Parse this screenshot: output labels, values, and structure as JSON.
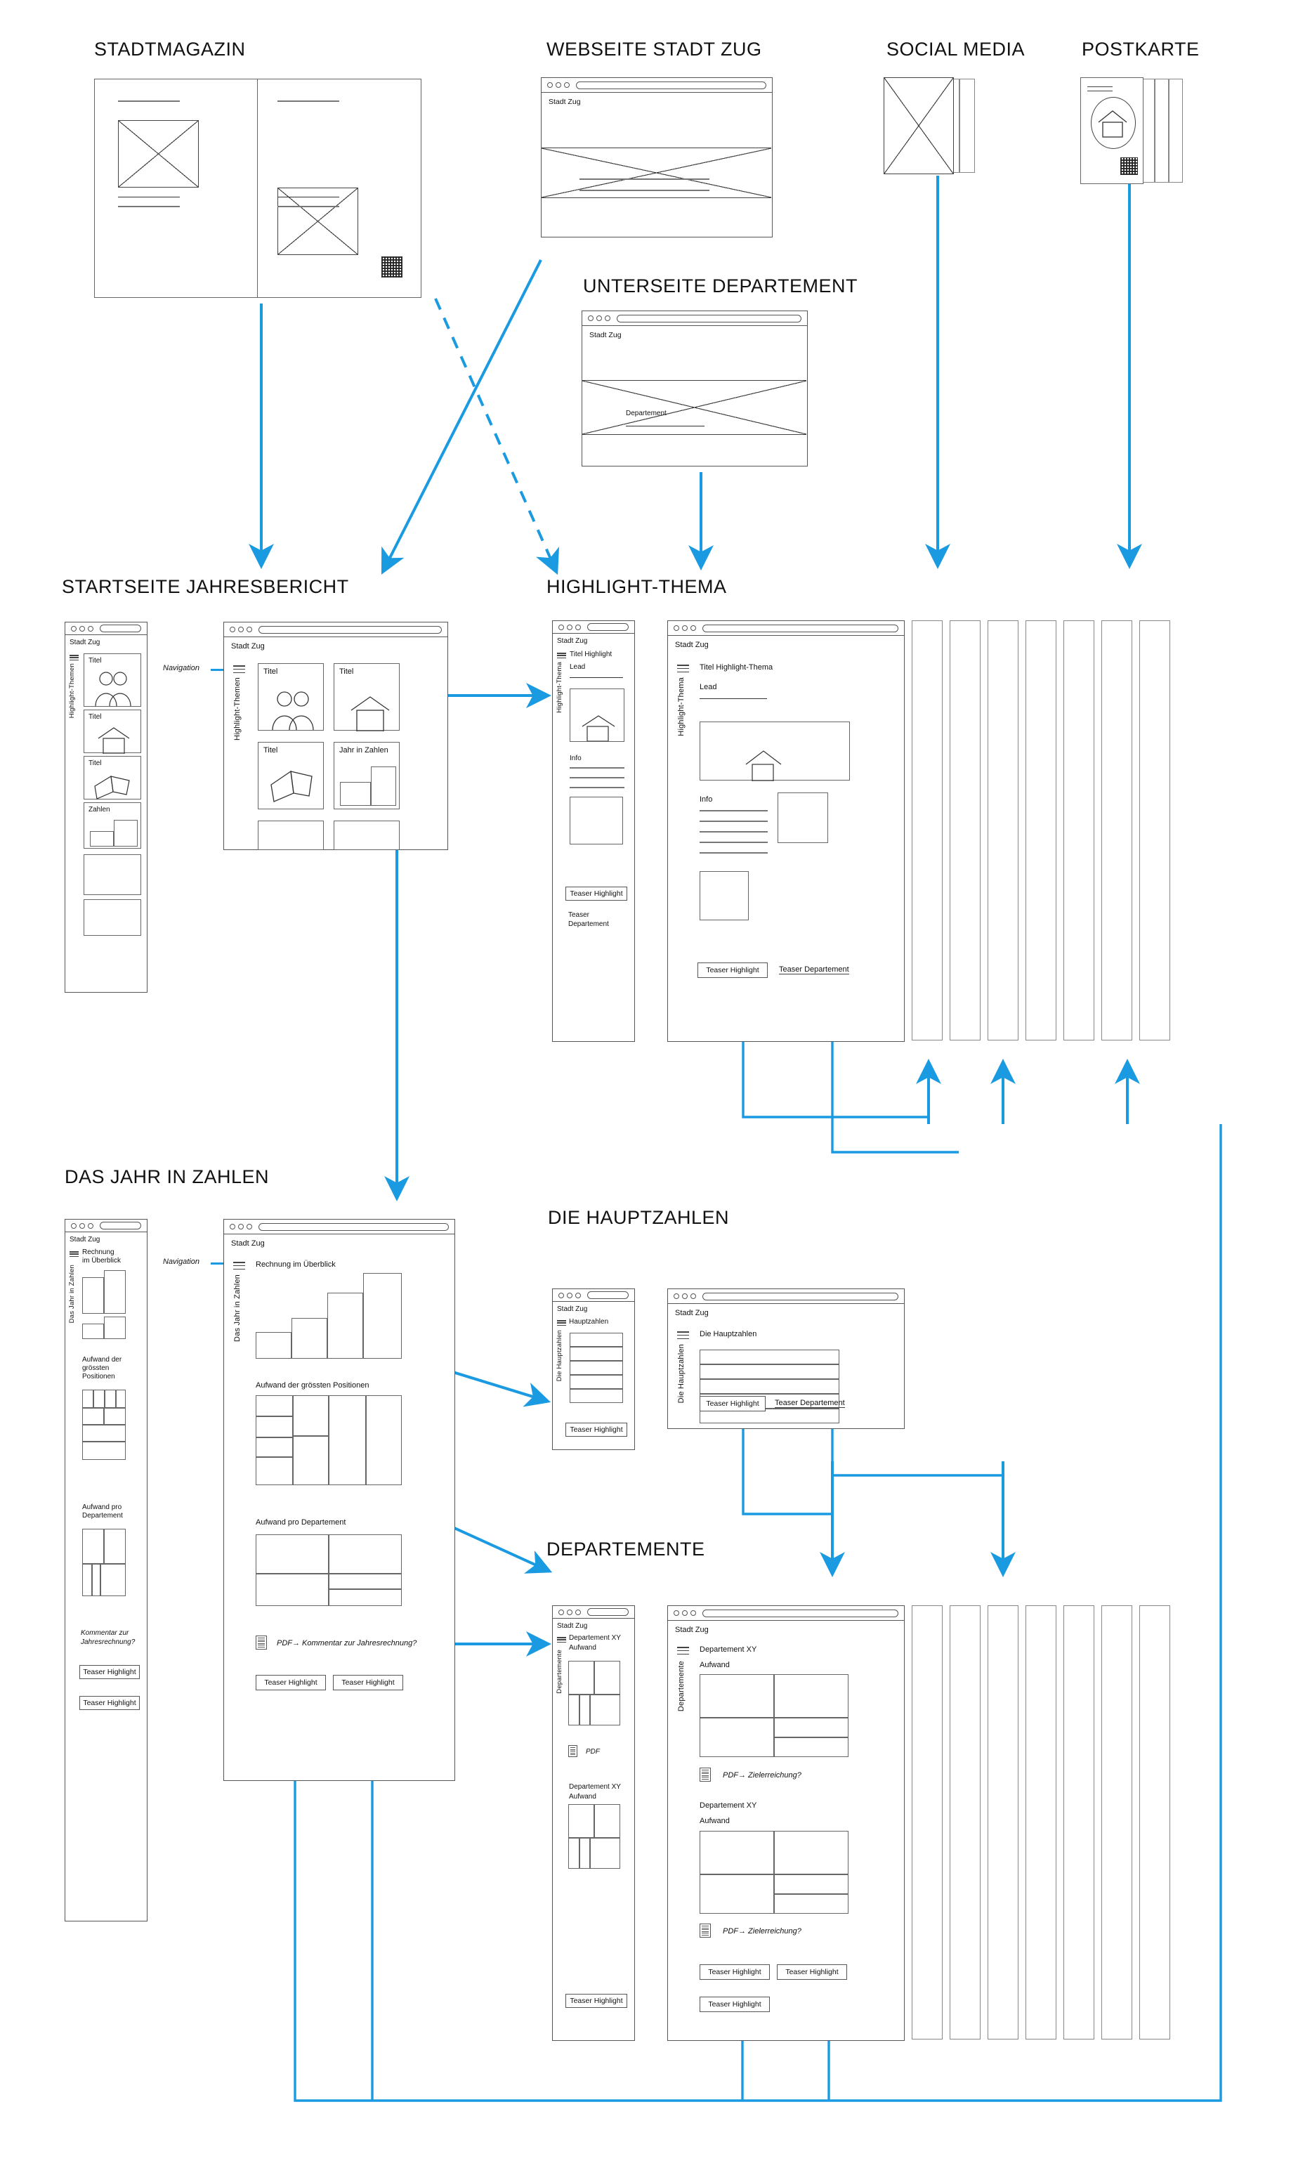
{
  "accent_color": "#1a9ae0",
  "line_color": "#555555",
  "sections": {
    "stadtmagazin": "STADTMAGAZIN",
    "webseite": "WEBSEITE STADT ZUG",
    "social_media": "SOCIAL MEDIA",
    "postkarte": "POSTKARTE",
    "unterseite": "UNTERSEITE DEPARTEMENT",
    "startseite": "STARTSEITE JAHRESBERICHT",
    "highlight": "HIGHLIGHT-THEMA",
    "jahr_in_zahlen": "DAS JAHR IN ZAHLEN",
    "hauptzahlen": "DIE HAUPTZAHLEN",
    "departemente": "DEPARTEMENTE"
  },
  "common": {
    "brand": "Stadt Zug",
    "navigation_label": "Navigation",
    "teaser_highlight": "Teaser Highlight",
    "teaser_departement": "Teaser Departement",
    "pdf": "PDF",
    "departement": "Departement"
  },
  "webseite": {
    "brand": "Stadt Zug"
  },
  "unterseite": {
    "brand": "Stadt Zug",
    "caption": "Departement"
  },
  "startseite_mobile": {
    "brand": "Stadt Zug",
    "rail": "Highlight-Themen",
    "cards": [
      "Titel",
      "Titel",
      "Titel",
      "Zahlen"
    ]
  },
  "startseite_desktop": {
    "brand": "Stadt Zug",
    "rail": "Highlight-Themen",
    "nav": "Navigation",
    "cards": [
      "Titel",
      "Titel",
      "Titel",
      "Jahr in Zahlen"
    ]
  },
  "highlight_mobile": {
    "brand": "Stadt Zug",
    "rail": "Highlight-Thema",
    "title": "Titel Highlight",
    "lead": "Lead",
    "info": "Info",
    "teaser_highlight": "Teaser Highlight",
    "teaser_departement": "Teaser\nDepartement"
  },
  "highlight_desktop": {
    "brand": "Stadt Zug",
    "rail": "Highlight-Thema",
    "title": "Titel Highlight-Thema",
    "lead": "Lead",
    "info": "Info",
    "teaser_highlight": "Teaser Highlight",
    "teaser_departement": "Teaser Departement"
  },
  "zahlen_mobile": {
    "brand": "Stadt Zug",
    "rail": "Das Jahr in Zahlen",
    "title": "Rechnung\nim Überblick",
    "section2": "Aufwand der\ngrössten\nPositionen",
    "section3": "Aufwand pro\nDepartement",
    "comment": "Kommentar zur\nJahresrechnung?",
    "teasers": [
      "Teaser Highlight",
      "Teaser Highlight"
    ]
  },
  "zahlen_desktop": {
    "brand": "Stadt Zug",
    "rail": "Das Jahr in Zahlen",
    "nav": "Navigation",
    "title": "Rechnung im Überblick",
    "section2": "Aufwand der grössten Positionen",
    "section3": "Aufwand pro Departement",
    "pdf_link": "PDF→ Kommentar zur Jahresrechnung?",
    "teasers": [
      "Teaser Highlight",
      "Teaser Highlight"
    ]
  },
  "hauptzahlen_mobile": {
    "brand": "Stadt Zug",
    "rail": "Die Hauptzahlen",
    "title": "Hauptzahlen",
    "teaser_highlight": "Teaser Highlight"
  },
  "hauptzahlen_desktop": {
    "brand": "Stadt Zug",
    "rail": "Die Hauptzahlen",
    "title": "Die Hauptzahlen",
    "teaser_highlight": "Teaser Highlight",
    "teaser_departement": "Teaser Departement"
  },
  "departemente_mobile": {
    "brand": "Stadt Zug",
    "rail": "Departemente",
    "title1": "Departement XY",
    "sub1": "Aufwand",
    "pdf1": "PDF",
    "title2": "Departement XY",
    "sub2": "Aufwand",
    "teaser_highlight": "Teaser Highlight"
  },
  "departemente_desktop": {
    "brand": "Stadt Zug",
    "rail": "Departemente",
    "title1": "Departement XY",
    "sub1": "Aufwand",
    "pdf1": "PDF→ Zielerreichung?",
    "title2": "Departement XY",
    "sub2": "Aufwand",
    "pdf2": "PDF→ Zielerreichung?",
    "teasers": [
      "Teaser Highlight",
      "Teaser Highlight",
      "Teaser Highlight"
    ]
  }
}
